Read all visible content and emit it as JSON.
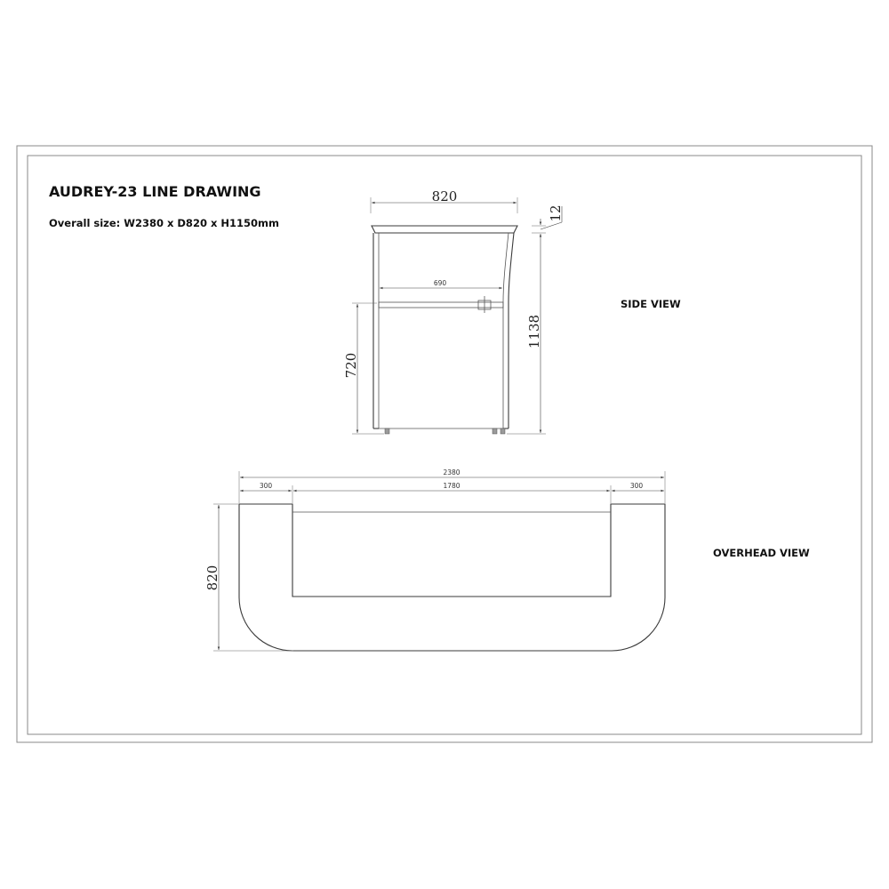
{
  "title": "AUDREY-23 LINE DRAWING",
  "subtitle": "Overall size: W2380 x D820 x H1150mm",
  "side_view": {
    "label": "SIDE VIEW",
    "dim_width": "820",
    "dim_top": "12",
    "dim_inner": "690",
    "dim_shelf_height": "720",
    "dim_height": "1138"
  },
  "overhead_view": {
    "label": "OVERHEAD VIEW",
    "dim_total": "2380",
    "dim_left": "300",
    "dim_middle": "1780",
    "dim_right": "300",
    "dim_depth": "820"
  }
}
